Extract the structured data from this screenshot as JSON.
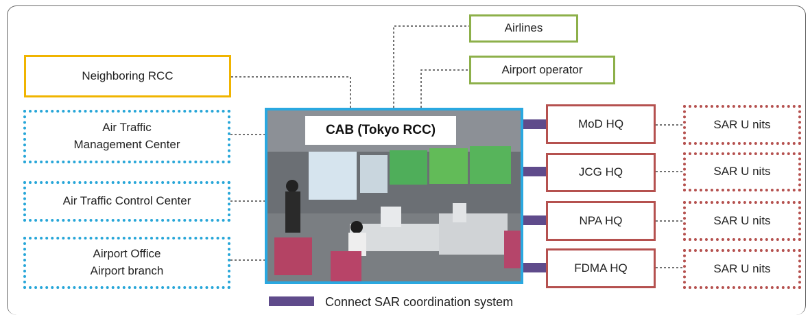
{
  "diagram": {
    "center": {
      "title": "CAB (Tokyo RCC)"
    },
    "left_nodes": [
      {
        "label": "Neighboring RCC"
      },
      {
        "label_lines": [
          "Air Traffic",
          "Management Center"
        ]
      },
      {
        "label": "Air Traffic Control  Center"
      },
      {
        "label_lines": [
          "Airport Office",
          "Airport branch"
        ]
      }
    ],
    "top_nodes": [
      {
        "label": "Airlines"
      },
      {
        "label": "Airport operator"
      }
    ],
    "right_hq": [
      {
        "label": "MoD  HQ"
      },
      {
        "label": "JCG HQ"
      },
      {
        "label": "NPA HQ"
      },
      {
        "label": "FDMA HQ"
      }
    ],
    "right_units": [
      {
        "label": "SAR U nits"
      },
      {
        "label": "SAR U nits"
      },
      {
        "label": "SAR U nits"
      },
      {
        "label": "SAR U nits"
      }
    ],
    "legend": {
      "label": "Connect SAR coordination system"
    },
    "colors": {
      "purple": "#5f4b8b",
      "blue": "#27a6d8",
      "red": "#b5514f",
      "green": "#8db04a",
      "yellow": "#f0b400"
    }
  }
}
